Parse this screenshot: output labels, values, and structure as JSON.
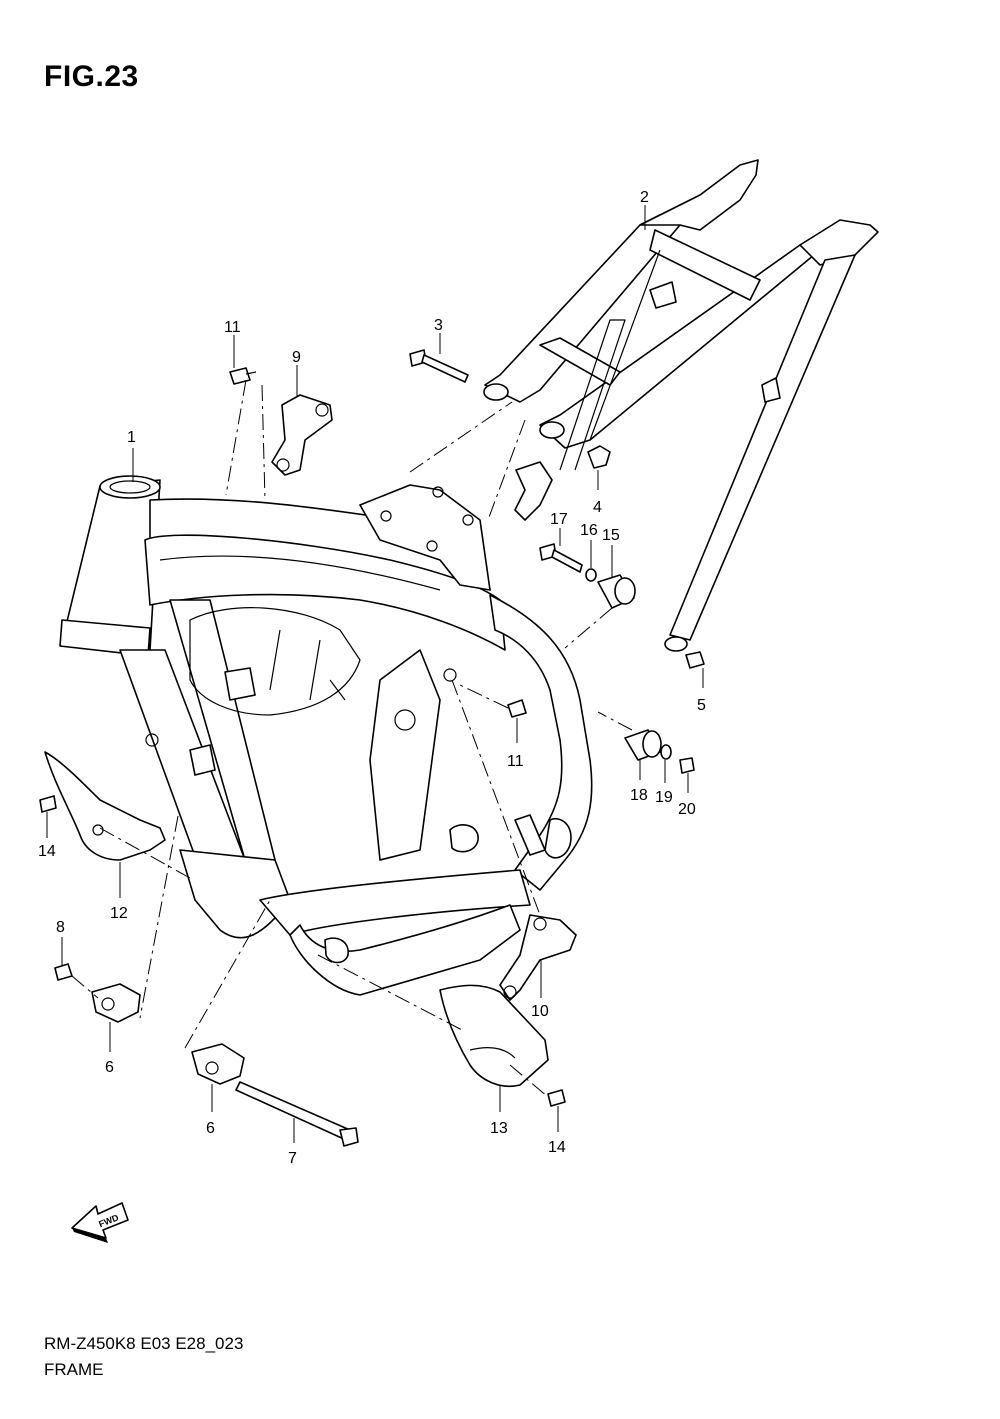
{
  "figure": {
    "title": "FIG.23",
    "model_code": "RM-Z450K8 E03 E28_023",
    "name": "FRAME",
    "fwd_label": "FWD"
  },
  "callouts": [
    {
      "id": "c1",
      "label": "1"
    },
    {
      "id": "c2",
      "label": "2"
    },
    {
      "id": "c3",
      "label": "3"
    },
    {
      "id": "c4",
      "label": "4"
    },
    {
      "id": "c5",
      "label": "5"
    },
    {
      "id": "c6a",
      "label": "6"
    },
    {
      "id": "c6b",
      "label": "6"
    },
    {
      "id": "c7",
      "label": "7"
    },
    {
      "id": "c8",
      "label": "8"
    },
    {
      "id": "c9",
      "label": "9"
    },
    {
      "id": "c10",
      "label": "10"
    },
    {
      "id": "c11a",
      "label": "11"
    },
    {
      "id": "c11b",
      "label": "11"
    },
    {
      "id": "c12",
      "label": "12"
    },
    {
      "id": "c13",
      "label": "13"
    },
    {
      "id": "c14a",
      "label": "14"
    },
    {
      "id": "c14b",
      "label": "14"
    },
    {
      "id": "c15",
      "label": "15"
    },
    {
      "id": "c16",
      "label": "16"
    },
    {
      "id": "c17",
      "label": "17"
    },
    {
      "id": "c18",
      "label": "18"
    },
    {
      "id": "c19",
      "label": "19"
    },
    {
      "id": "c20",
      "label": "20"
    }
  ]
}
